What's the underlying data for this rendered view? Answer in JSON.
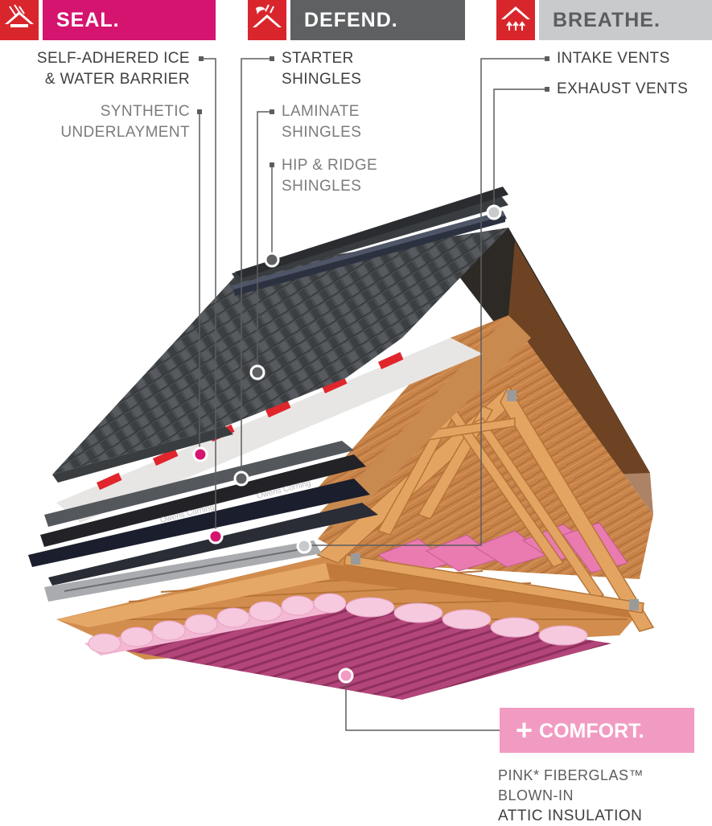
{
  "headers": {
    "seal": "SEAL.",
    "defend": "DEFEND.",
    "breathe": "BREATHE."
  },
  "labels": {
    "ice_water_1": "SELF-ADHERED ICE",
    "ice_water_2": "& WATER BARRIER",
    "synthetic_1": "SYNTHETIC",
    "synthetic_2": "UNDERLAYMENT",
    "starter_1": "STARTER",
    "starter_2": "SHINGLES",
    "laminate_1": "LAMINATE",
    "laminate_2": "SHINGLES",
    "hip_1": "HIP & RIDGE",
    "hip_2": "SHINGLES",
    "intake": "INTAKE VENTS",
    "exhaust": "EXHAUST VENTS"
  },
  "comfort": {
    "plus": "+",
    "title": "COMFORT."
  },
  "insulation": {
    "line1": "PINK* FIBERGLAS™",
    "line2": "BLOWN-IN",
    "line3": "ATTIC INSULATION"
  },
  "colors": {
    "seal": "#d4146f",
    "defend": "#5f6062",
    "breathe": "#c9cacc",
    "icon_red": "#d9262c",
    "comfort_pink": "#f29bc2",
    "insulation_pink": "#e6a3c3",
    "shingle_gray": "#4a4d50",
    "wood": "#d99a5a"
  }
}
